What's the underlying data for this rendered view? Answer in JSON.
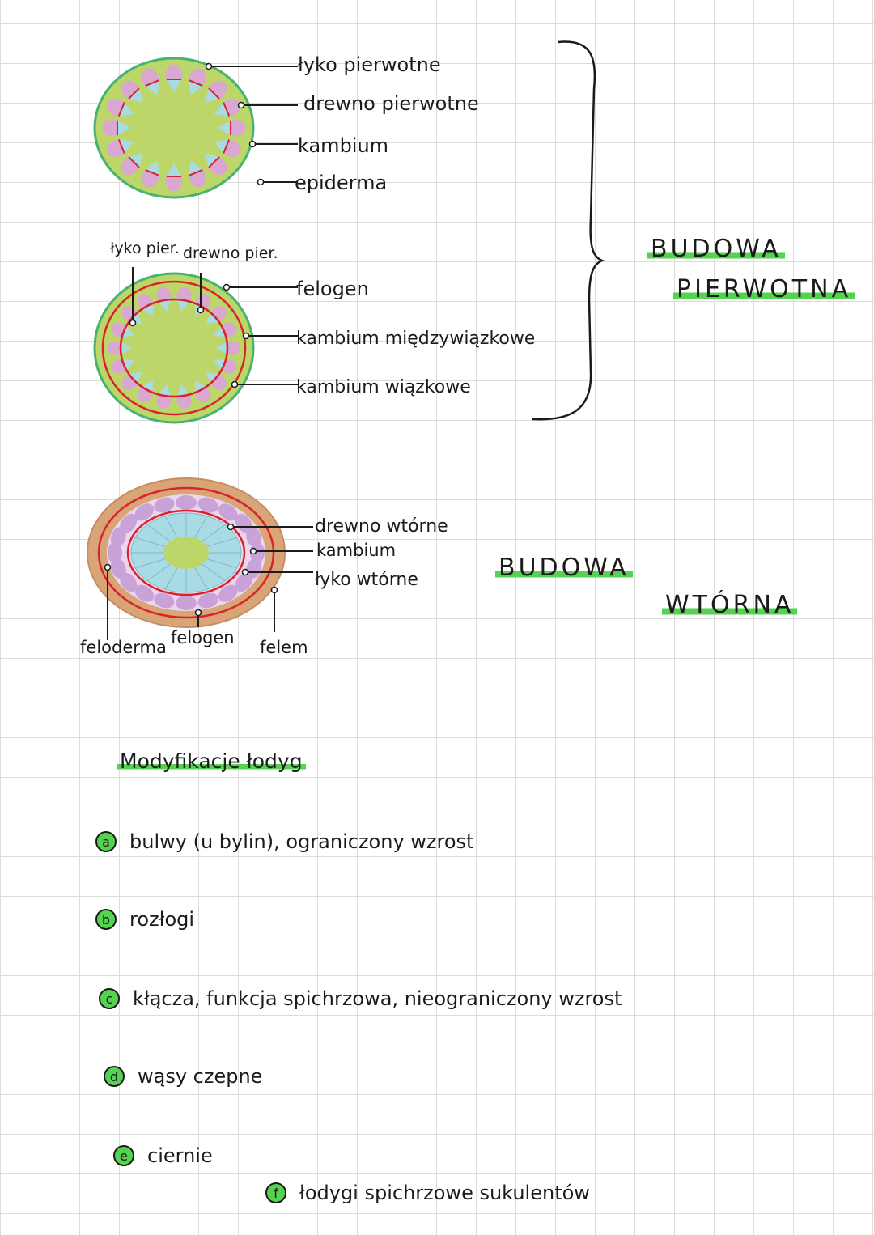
{
  "diagram1": {
    "labels": [
      "łyko pierwotne",
      "drewno pierwotne",
      "kambium",
      "epiderma"
    ]
  },
  "diagram2": {
    "top_left_label": "łyko pier.",
    "top_mid_label": "drewno pier.",
    "labels": [
      "felogen",
      "kambium międzywiązkowe",
      "kambium wiązkowe"
    ]
  },
  "diagram3": {
    "labels": [
      "drewno wtórne",
      "kambium",
      "łyko wtórne"
    ],
    "bottom_labels": [
      "feloderma",
      "felogen",
      "felem"
    ]
  },
  "sections": {
    "primary": {
      "line1": "BUDOWA",
      "line2": "PIERWOTNA"
    },
    "secondary": {
      "line1": "BUDOWA",
      "line2": "WTÓRNA"
    }
  },
  "modifications": {
    "title": "Modyfikacje łodyg",
    "items": [
      {
        "marker": "a",
        "text": "bulwy (u bylin), ograniczony wzrost"
      },
      {
        "marker": "b",
        "text": "rozłogi"
      },
      {
        "marker": "c",
        "text": "kłącza, funkcja spichrzowa, nieograniczony wzrost"
      },
      {
        "marker": "d",
        "text": "wąsy czepne"
      },
      {
        "marker": "e",
        "text": "ciernie"
      },
      {
        "marker": "f",
        "text": "łodygi spichrzowe sukulentów"
      }
    ]
  },
  "colors": {
    "highlight": "#53d34f",
    "stem_fill": "#bcd66a",
    "stem_outline": "#48b36f",
    "phloem": "#d9a7d2",
    "xylem": "#a9dbe4",
    "cambium": "#d8232a",
    "cork": "#d9a476"
  }
}
